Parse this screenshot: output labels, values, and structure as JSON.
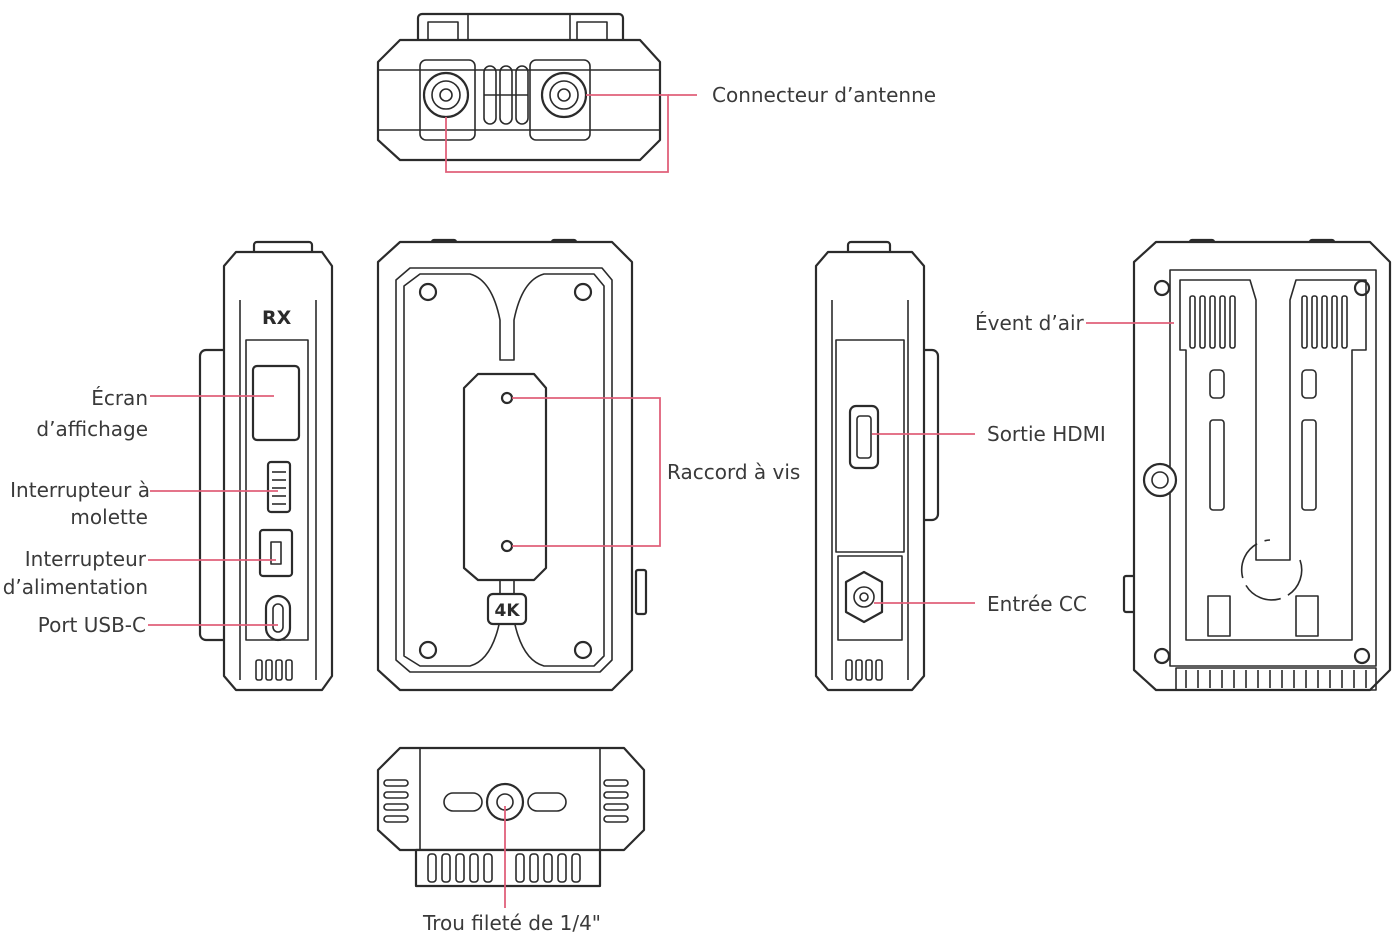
{
  "device": {
    "model_label": "RX",
    "resolution_badge": "4K"
  },
  "labels": {
    "antenna_connector": "Connecteur d’antenne",
    "display_screen_line1": "Écran",
    "display_screen_line2": "d’affichage",
    "dial_switch_line1": "Interrupteur à",
    "dial_switch_line2": "molette",
    "power_switch_line1": "Interrupteur",
    "power_switch_line2": "d’alimentation",
    "usbc_port": "Port USB-C",
    "screw_mount": "Raccord à vis",
    "air_vent": "Évent d’air",
    "hdmi_out": "Sortie HDMI",
    "dc_in": "Entrée CC",
    "threaded_hole": "Trou fileté de 1/4\""
  },
  "colors": {
    "line": "#2b2b2b",
    "callout": "#e0607a",
    "text": "#3a3a3a"
  }
}
